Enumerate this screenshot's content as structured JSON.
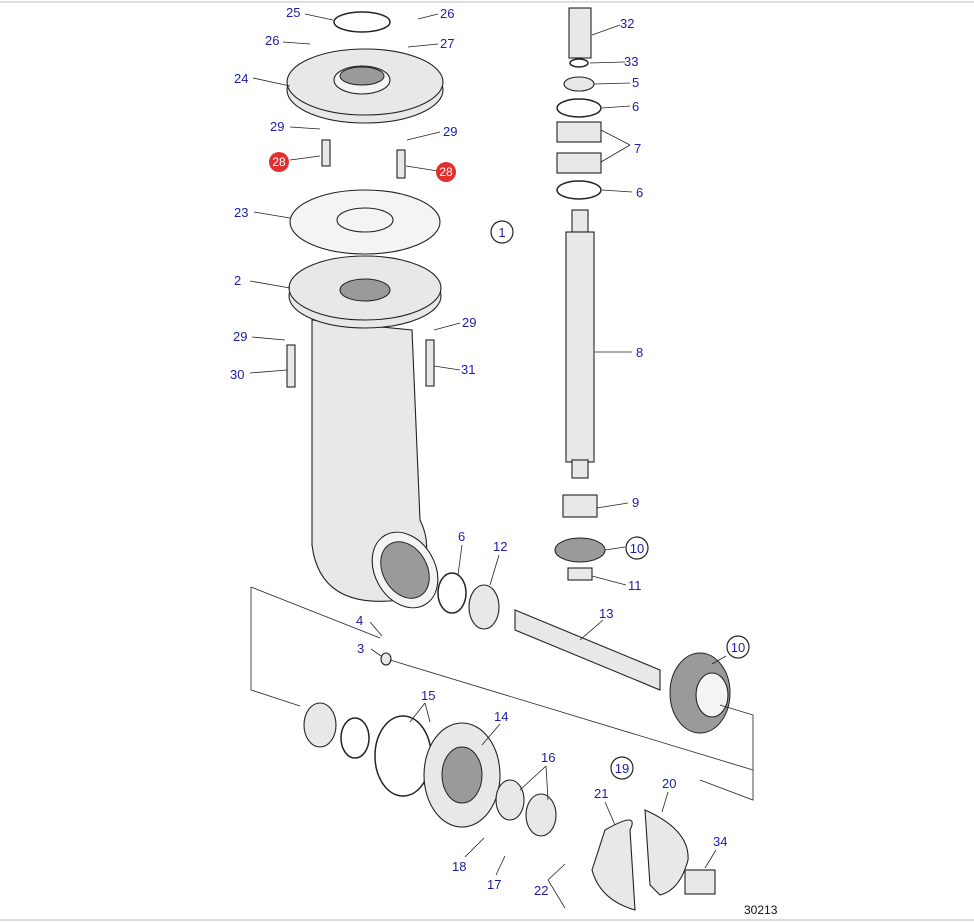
{
  "diagram": {
    "labels": [
      "25",
      "26",
      "26",
      "27",
      "24",
      "32",
      "33",
      "5",
      "6",
      "7",
      "6",
      "29",
      "29",
      "23",
      "2",
      "8",
      "29",
      "29",
      "30",
      "31",
      "9",
      "11",
      "6",
      "12",
      "13",
      "4",
      "3",
      "15",
      "14",
      "16",
      "21",
      "20",
      "34",
      "18",
      "17",
      "22"
    ],
    "highlighted_labels": [
      "28",
      "28"
    ],
    "circled_labels": [
      "1",
      "10",
      "10",
      "19"
    ],
    "reference_number": "30213"
  },
  "colors": {
    "label": "#1c1ca8",
    "highlight": "#e03030"
  }
}
